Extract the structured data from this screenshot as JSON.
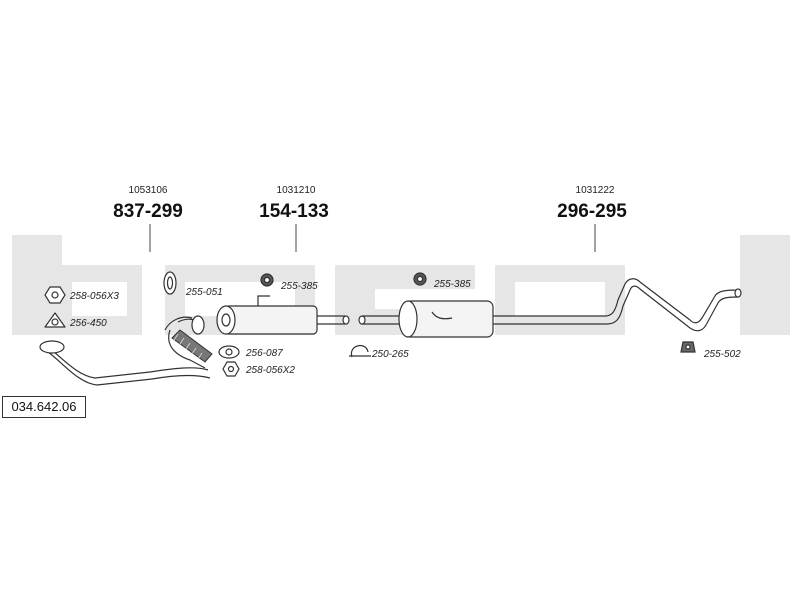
{
  "watermark": "bosal",
  "catalog_ref": "034.642.06",
  "main_parts": [
    {
      "part_no": "1053106",
      "code": "837-299"
    },
    {
      "part_no": "1031210",
      "code": "154-133"
    },
    {
      "part_no": "1031222",
      "code": "296-295"
    }
  ],
  "accessories": [
    {
      "code": "258-056X3",
      "icon": "nut-icon"
    },
    {
      "code": "256-450",
      "icon": "triangle-gasket-icon"
    },
    {
      "code": "255-051",
      "icon": "rubber-mount-icon"
    },
    {
      "code": "255-385",
      "icon": "rubber-ring-icon"
    },
    {
      "code": "256-087",
      "icon": "flange-gasket-icon"
    },
    {
      "code": "258-056X2",
      "icon": "nut-icon"
    },
    {
      "code": "250-265",
      "icon": "clamp-icon"
    },
    {
      "code": "255-385",
      "icon": "rubber-ring-icon"
    },
    {
      "code": "255-502",
      "icon": "rubber-mount-icon"
    }
  ]
}
